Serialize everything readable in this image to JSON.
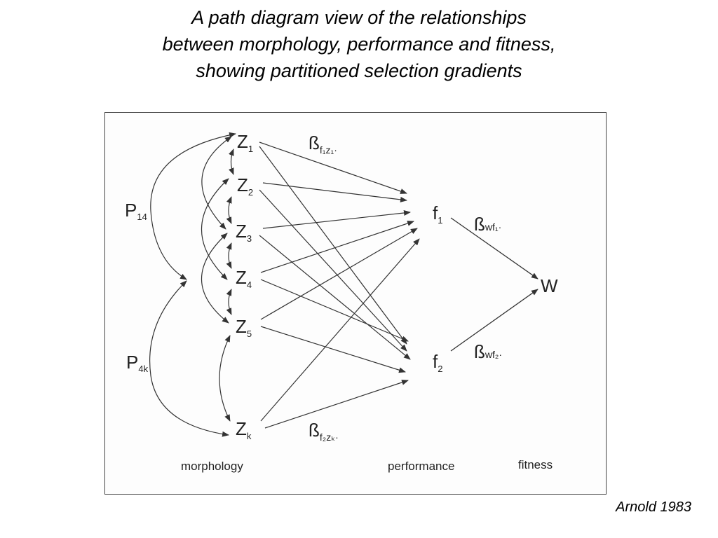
{
  "title": {
    "line1": "A path diagram view of the relationships",
    "line2": "between morphology, performance and fitness,",
    "line3": "showing partitioned selection gradients"
  },
  "credit": "Arnold 1983",
  "diagram": {
    "morph_nodes": [
      {
        "main": "Z",
        "sub": "1"
      },
      {
        "main": "Z",
        "sub": "2"
      },
      {
        "main": "Z",
        "sub": "3"
      },
      {
        "main": "Z",
        "sub": "4"
      },
      {
        "main": "Z",
        "sub": "5"
      },
      {
        "main": "Z",
        "sub": "k"
      }
    ],
    "perf_nodes": [
      {
        "main": "f",
        "sub": "1"
      },
      {
        "main": "f",
        "sub": "2"
      }
    ],
    "fitness_node": "W",
    "correlations": [
      {
        "main": "P",
        "sub": "14"
      },
      {
        "main": "P",
        "sub": "4k"
      }
    ],
    "betas": [
      {
        "main": "ß",
        "sub": "f₁z₁·"
      },
      {
        "main": "ß",
        "sub": "f₂zₖ·"
      },
      {
        "main": "ß",
        "sub": "wf₁·"
      },
      {
        "main": "ß",
        "sub": "wf₂·"
      }
    ],
    "categories": {
      "morphology": "morphology",
      "performance": "performance",
      "fitness": "fitness"
    }
  }
}
